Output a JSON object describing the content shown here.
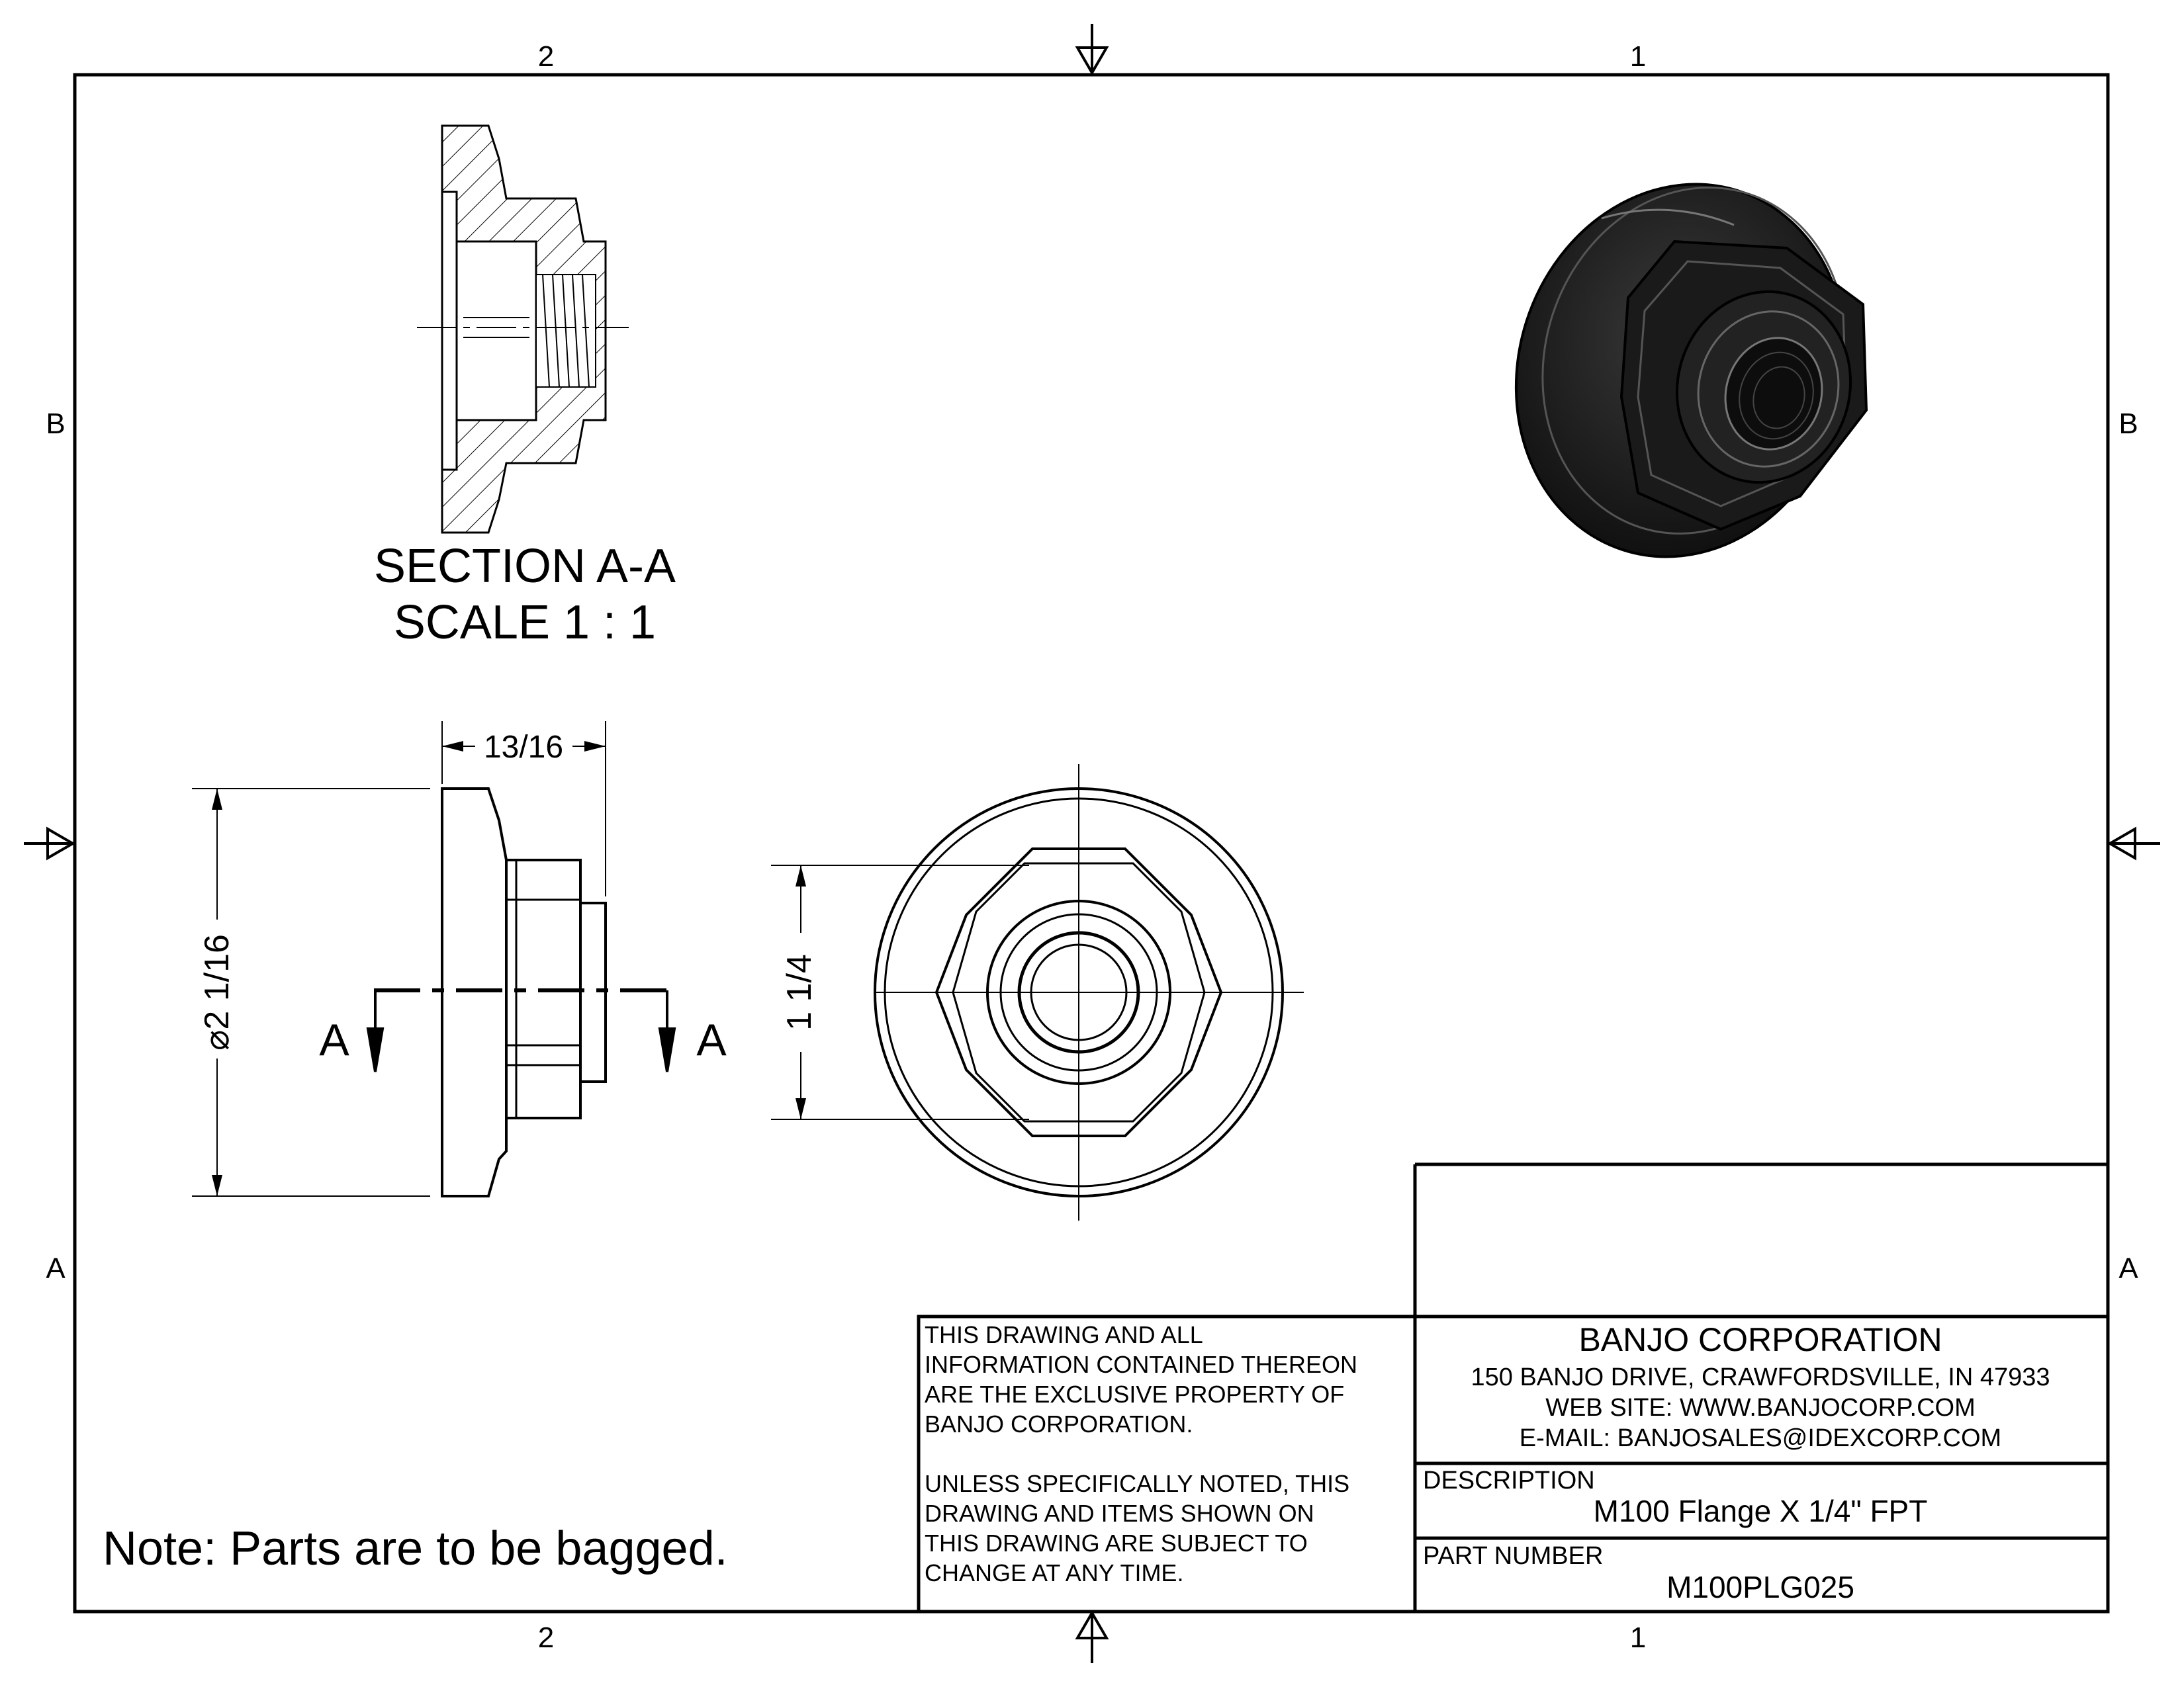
{
  "zones": {
    "top": [
      "2",
      "1"
    ],
    "bottom": [
      "2",
      "1"
    ],
    "left": [
      "B",
      "A"
    ],
    "right": [
      "B",
      "A"
    ]
  },
  "section_view": {
    "title": "SECTION A-A",
    "scale": "SCALE 1 : 1"
  },
  "side_view": {
    "length_dim": "13/16",
    "diameter_dim": "⌀2 1/16",
    "cut_label_left": "A",
    "cut_label_right": "A"
  },
  "front_view": {
    "hex_dim": "1 1/4"
  },
  "note": "Note: Parts are to be bagged.",
  "notice": [
    "THIS DRAWING AND ALL",
    "INFORMATION CONTAINED THEREON",
    "ARE THE EXCLUSIVE PROPERTY OF",
    "BANJO CORPORATION.",
    "",
    "UNLESS SPECIFICALLY NOTED, THIS",
    "DRAWING AND ITEMS SHOWN ON",
    "THIS DRAWING ARE SUBJECT TO",
    "CHANGE AT ANY TIME."
  ],
  "company": {
    "name": "BANJO CORPORATION",
    "address": "150 BANJO DRIVE, CRAWFORDSVILLE, IN 47933",
    "web": "WEB SITE: WWW.BANJOCORP.COM",
    "email": "E-MAIL: BANJOSALES@IDEXCORP.COM"
  },
  "description": {
    "label": "DESCRIPTION",
    "value": "M100 Flange X 1/4\" FPT"
  },
  "part_number": {
    "label": "PART NUMBER",
    "value": "M100PLG025"
  }
}
